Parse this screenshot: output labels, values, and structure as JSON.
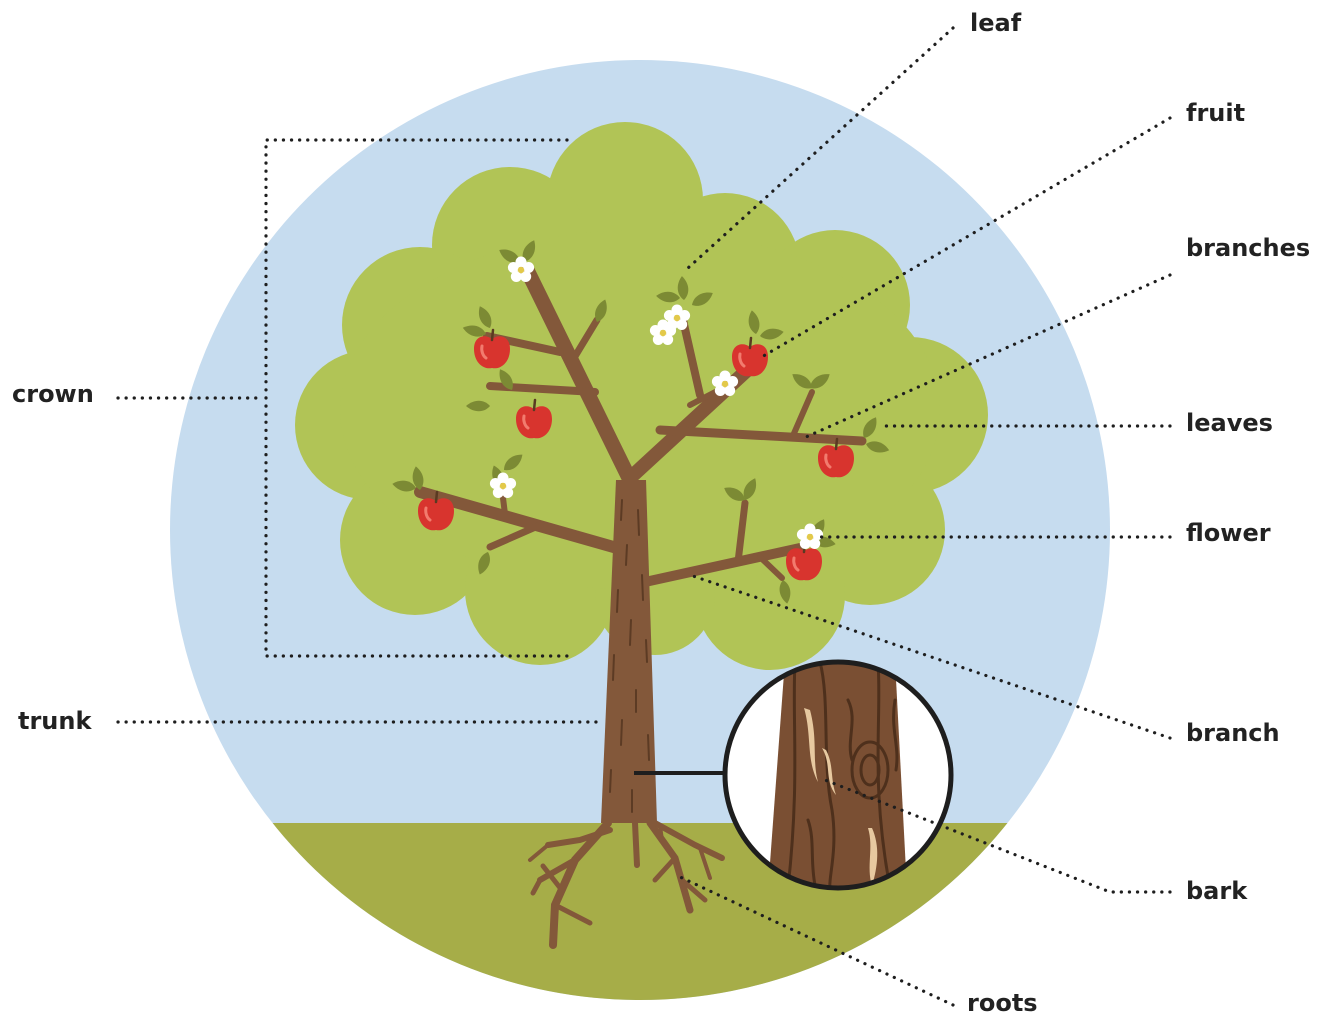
{
  "labels": {
    "leaf": "leaf",
    "fruit": "fruit",
    "branches": "branches",
    "crown": "crown",
    "leaves": "leaves",
    "flower": "flower",
    "trunk": "trunk",
    "branch": "branch",
    "bark": "bark",
    "roots": "roots"
  },
  "colors": {
    "sky": "#c6dcef",
    "ground": "#a6ad48",
    "crown": "#b1c456",
    "trunk": "#83583a",
    "apple": "#d8342e",
    "leaf": "#7c8a34",
    "flower": "#ffffff",
    "text": "#222222"
  }
}
